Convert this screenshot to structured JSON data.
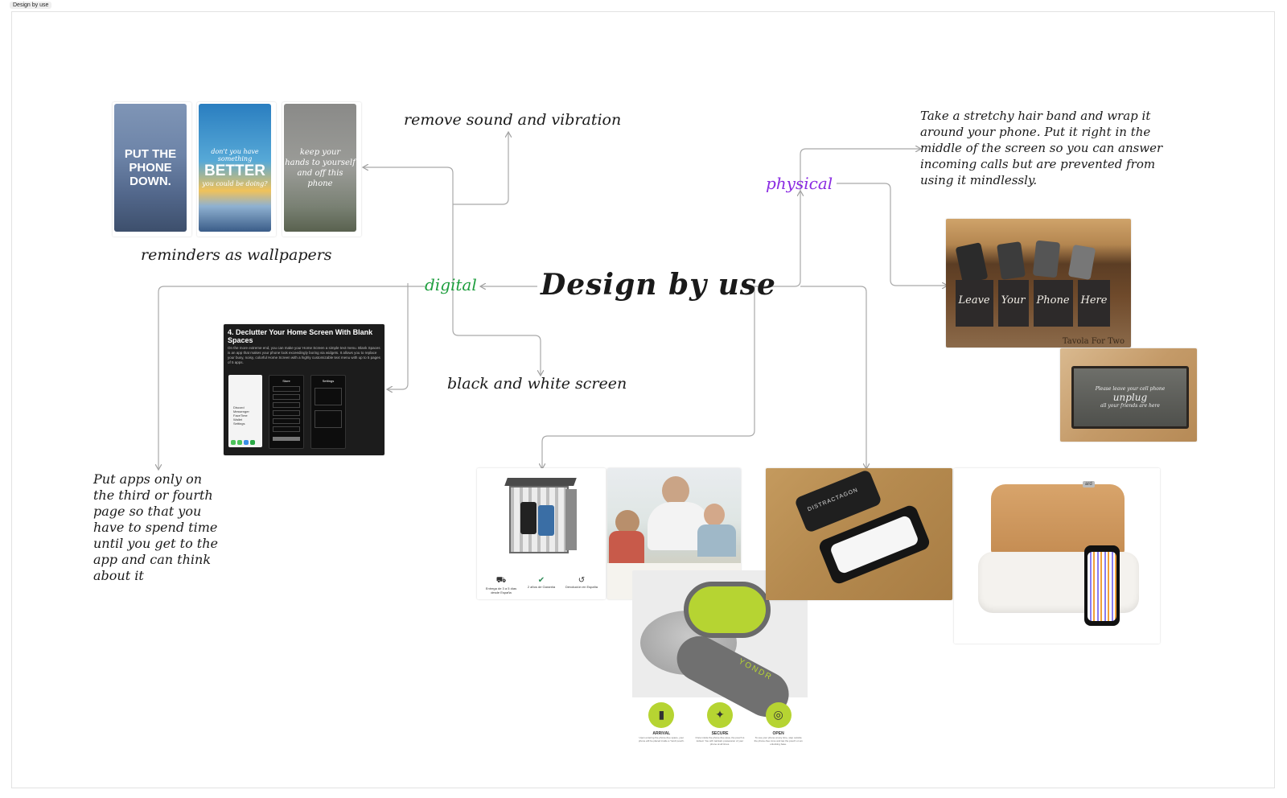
{
  "frame": {
    "label": "Design by use"
  },
  "central": {
    "title": "Design by use"
  },
  "branches": {
    "digital": {
      "label": "digital",
      "color": "#1e9e3e"
    },
    "physical": {
      "label": "physical",
      "color": "#8a2be2"
    }
  },
  "notes": {
    "remove_sound": "remove sound and vibration",
    "wallpapers": "reminders as wallpapers",
    "black_white": "black and white screen",
    "apps_pages": [
      "Put apps only on",
      "the third or fourth",
      "page so that you",
      "have to spend time",
      "until you get to the",
      "app and can think",
      "about it"
    ],
    "hair_band": [
      "Take a stretchy hair band and wrap it",
      "around your phone. Put it right in the",
      "middle of the screen so you can answer",
      "incoming calls but are prevented from",
      "using it mindlessly."
    ]
  },
  "wallpapers": [
    {
      "text": "PUT THE PHONE DOWN."
    },
    {
      "line1": "don't you have something",
      "line2": "BETTER",
      "line3": "you could be doing?"
    },
    {
      "line1": "keep your",
      "line2": "hands to yourself",
      "line3": "and off this",
      "line4": "phone"
    }
  ],
  "article": {
    "title": "4. Declutter Your Home Screen With Blank Spaces",
    "body": "On the more extreme end, you can make your Home Screen a simple text menu. Blank Spaces is an app that makes your phone look exceedingly boring via widgets. It allows you to replace your busy, noisy, colorful Home Screen with a highly customizable text menu with up to 5 pages of 5 apps.",
    "screen1_items": [
      "Discord",
      "Messenger",
      "FaceTime",
      "Wallet",
      "Settings"
    ],
    "screen2_title": "Store",
    "screen3_title": "Settings"
  },
  "photos": {
    "crate_sign": [
      "Leave",
      "Your",
      "Phone",
      "Here"
    ],
    "crate_credit": "Tavola For Two",
    "tray_text": [
      "Please leave your cell phone",
      "unplug",
      "all your friends are here"
    ],
    "jail_features": [
      "Entrega de 3 a 5 días desde España",
      "2 años de Garantía",
      "Devolución en España"
    ],
    "yondr_brand": "YONDR",
    "yondr_steps": [
      {
        "title": "ARRIVAL",
        "desc": "Upon entering the phone-free space, your phone will be placed inside a Yondr pouch."
      },
      {
        "title": "SECURE",
        "desc": "Once inside the phone-free area, the pouch is locked. You will maintain possession of your phone at all times."
      },
      {
        "title": "OPEN",
        "desc": "To use your phone at any time, step outside the phone-free zone and tap the pouch on an unlocking base."
      }
    ],
    "distraction_box_text": "DISTRACTAGON",
    "ard_badge": "ard"
  },
  "colors": {
    "connector": "#a9a9a9",
    "digital": "#1e9e3e",
    "physical": "#8a2be2"
  }
}
